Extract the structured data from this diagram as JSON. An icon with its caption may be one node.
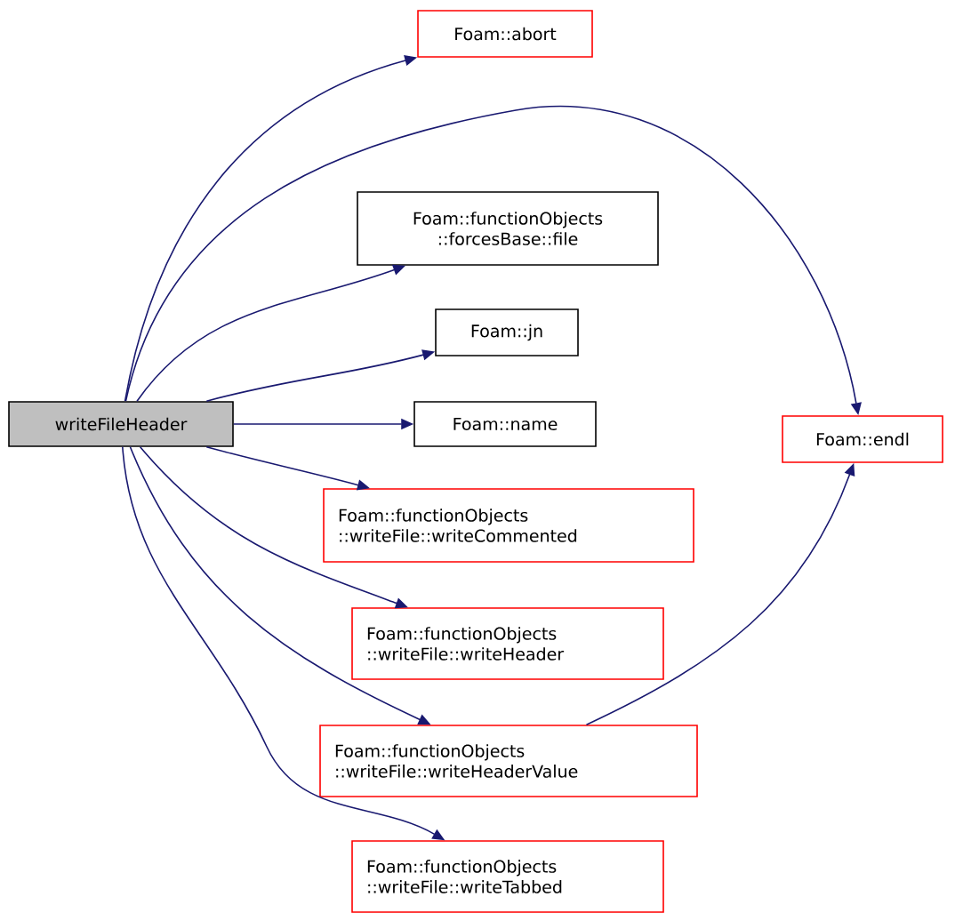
{
  "diagram": {
    "nodes": [
      {
        "text": [
          "writeFileHeader"
        ]
      },
      {
        "text": [
          "Foam::abort"
        ]
      },
      {
        "text": [
          "Foam::functionObjects ::forcesBase::file"
        ]
      },
      {
        "text": [
          "Foam::jn"
        ]
      },
      {
        "text": [
          "Foam::name"
        ]
      },
      {
        "text": [
          "Foam::endl"
        ]
      },
      {
        "text": [
          "Foam::functionObjects ::writeFile::writeCommented"
        ]
      },
      {
        "text": [
          "Foam::functionObjects ::writeFile::writeHeader"
        ]
      },
      {
        "text": [
          "Foam::functionObjects ::writeFile::writeHeaderValue"
        ]
      },
      {
        "text": [
          "Foam::functionObjects ::writeFile::writeTabbed"
        ]
      }
    ],
    "edges": [
      {
        "from": 0,
        "to": 1,
        "arrow": "to"
      },
      {
        "from": 0,
        "to": 5,
        "arrow": "to"
      },
      {
        "from": 0,
        "to": 2,
        "arrow": "to"
      },
      {
        "from": 0,
        "to": 3,
        "arrow": "to"
      },
      {
        "from": 0,
        "to": 4,
        "arrow": "to"
      },
      {
        "from": 0,
        "to": 6,
        "arrow": "to"
      },
      {
        "from": 0,
        "to": 7,
        "arrow": "to"
      },
      {
        "from": 0,
        "to": 8,
        "arrow": "to"
      },
      {
        "from": 0,
        "to": 9,
        "arrow": "to"
      },
      {
        "from": 8,
        "to": 5,
        "arrow": "to"
      }
    ]
  }
}
